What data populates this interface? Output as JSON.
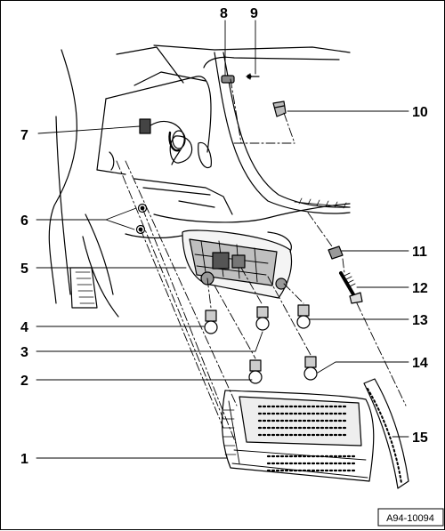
{
  "figure_id": "A94-10094",
  "callouts": [
    "1",
    "2",
    "3",
    "4",
    "5",
    "6",
    "7",
    "8",
    "9",
    "10",
    "11",
    "12",
    "13",
    "14",
    "15"
  ]
}
